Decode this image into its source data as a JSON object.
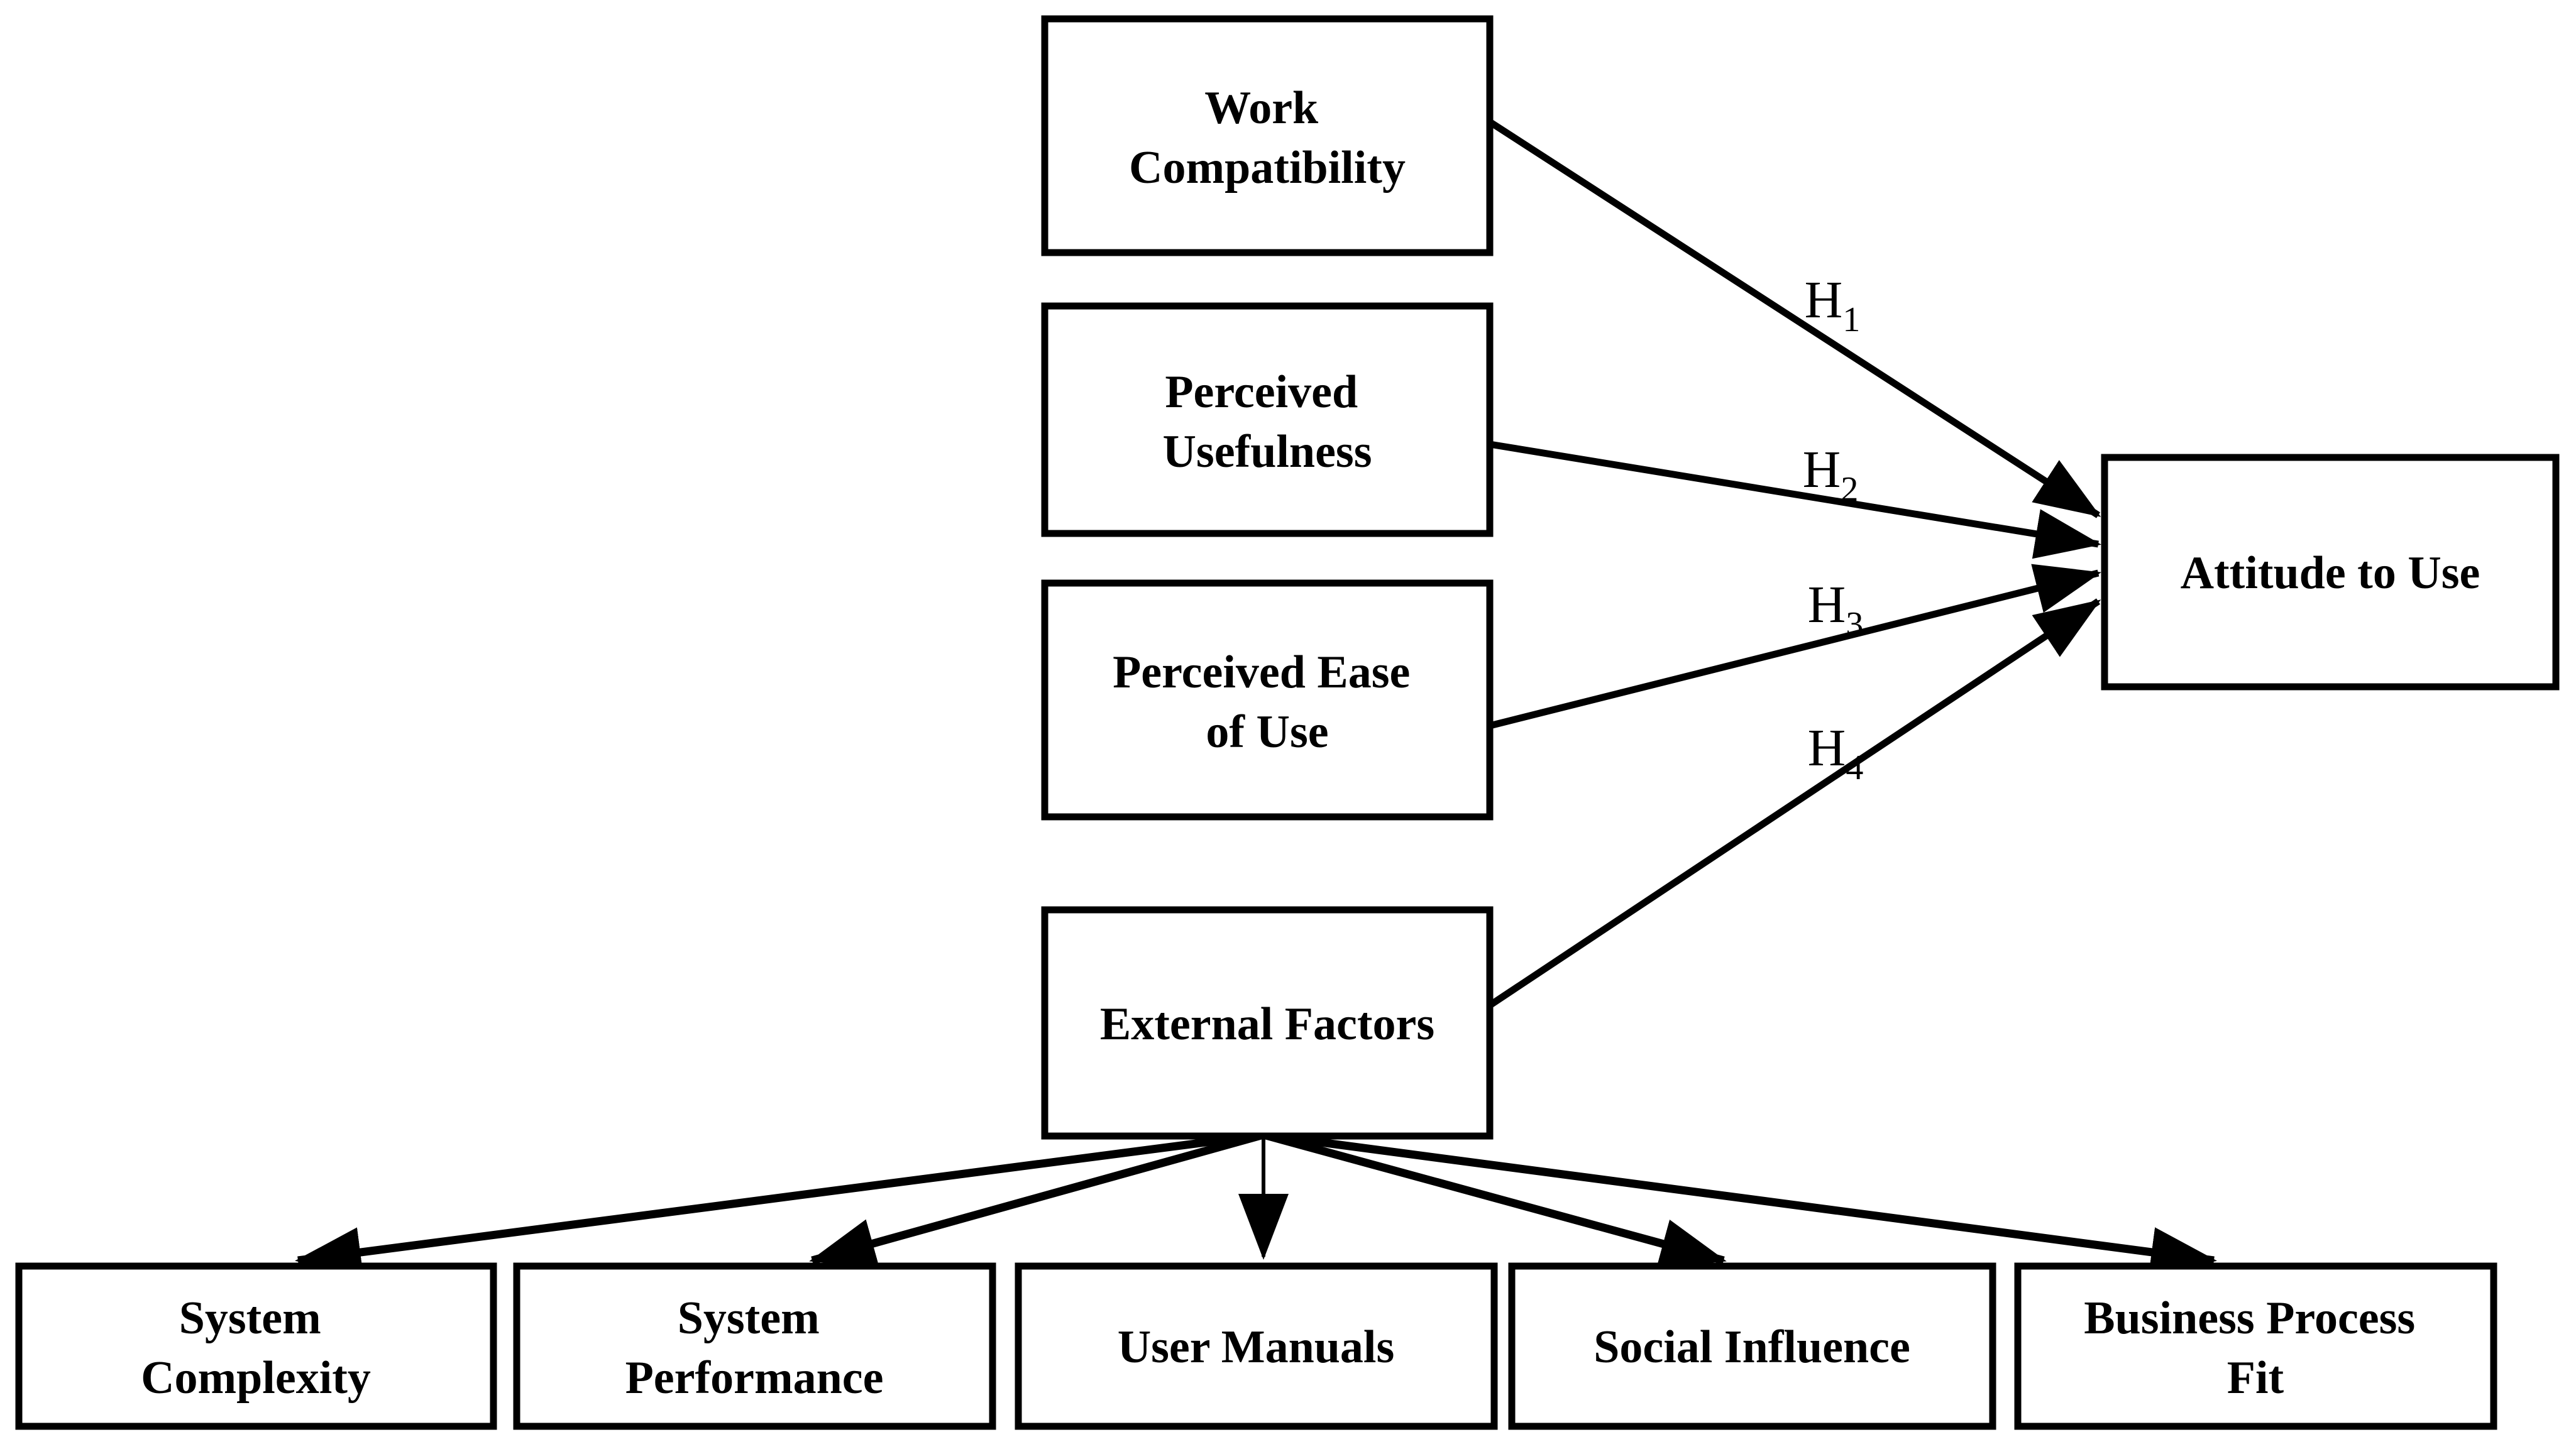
{
  "diagram": {
    "background_color": "#ffffff",
    "line_color": "#000000",
    "box_fill_color": "#ffffff",
    "nodes": {
      "work_compatibility": {
        "lines": [
          "Work",
          "Compatibility"
        ]
      },
      "perceived_usefulness": {
        "lines": [
          "Perceived",
          "Usefulness"
        ]
      },
      "perceived_ease_of_use": {
        "lines": [
          "Perceived Ease",
          "of Use"
        ]
      },
      "external_factors": {
        "lines": [
          "External Factors"
        ]
      },
      "attitude_to_use": {
        "lines": [
          "Attitude to Use"
        ]
      },
      "system_complexity": {
        "lines": [
          "System",
          "Complexity"
        ]
      },
      "system_performance": {
        "lines": [
          "System",
          "Performance"
        ]
      },
      "user_manuals": {
        "lines": [
          "User Manuals"
        ]
      },
      "social_influence": {
        "lines": [
          "Social Influence"
        ]
      },
      "business_process_fit": {
        "lines": [
          "Business Process",
          "Fit"
        ]
      }
    },
    "hypotheses": {
      "h1": {
        "main": "H",
        "sub": "1",
        "from": "work_compatibility",
        "to": "attitude_to_use"
      },
      "h2": {
        "main": "H",
        "sub": "2",
        "from": "perceived_usefulness",
        "to": "attitude_to_use"
      },
      "h3": {
        "main": "H",
        "sub": "3",
        "from": "perceived_ease_of_use",
        "to": "attitude_to_use"
      },
      "h4": {
        "main": "H",
        "sub": "4",
        "from": "external_factors",
        "to": "attitude_to_use"
      }
    },
    "fan_edges": [
      {
        "from": "external_factors",
        "to": "system_complexity"
      },
      {
        "from": "external_factors",
        "to": "system_performance"
      },
      {
        "from": "external_factors",
        "to": "user_manuals"
      },
      {
        "from": "external_factors",
        "to": "social_influence"
      },
      {
        "from": "external_factors",
        "to": "business_process_fit"
      }
    ]
  }
}
